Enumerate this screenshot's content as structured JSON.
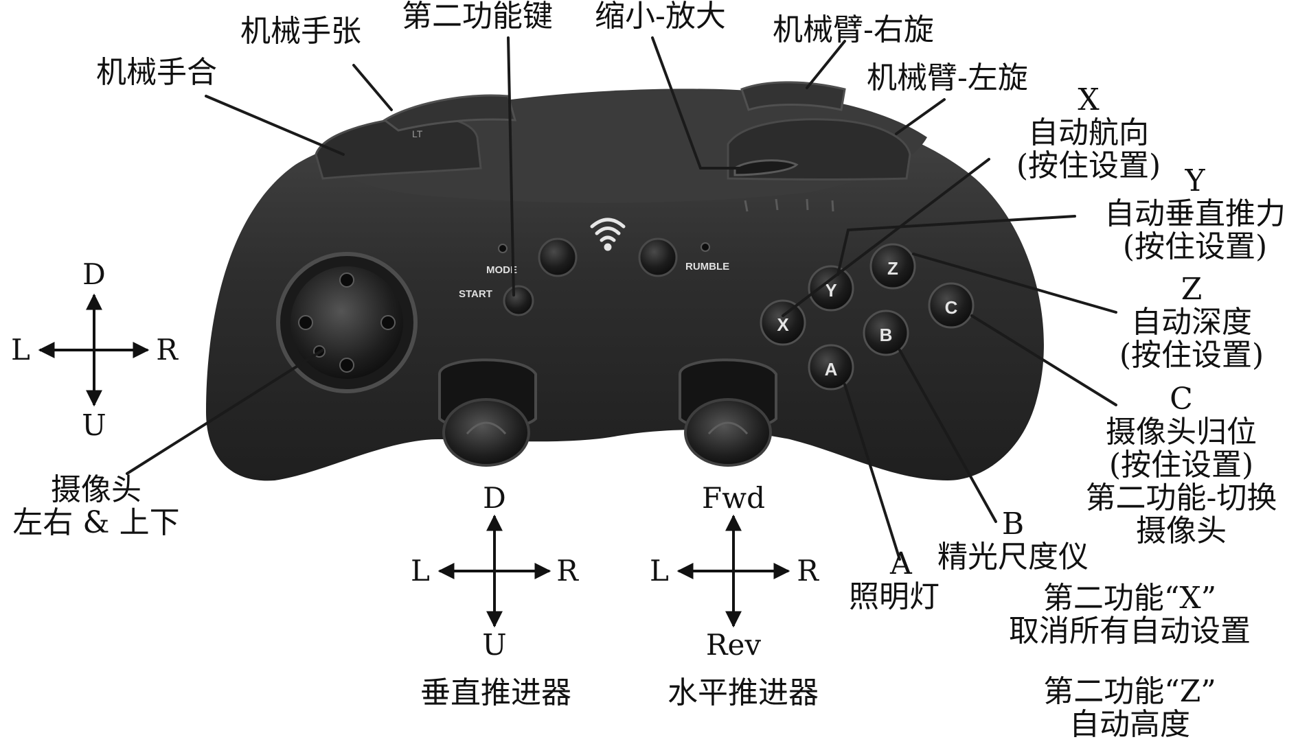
{
  "colors": {
    "body": "#2b2b2b",
    "body_top": "#3a3a3a",
    "button": "#151515",
    "button_ring": "#474747",
    "text": "#111111",
    "line": "#1a1a1a",
    "print": "#d8d8d8"
  },
  "controller": {
    "mode": "MODE",
    "start": "START",
    "rumble": "RUMBLE",
    "lt": "LT",
    "face": {
      "x": "X",
      "y": "Y",
      "z": "Z",
      "c": "C",
      "a": "A",
      "b": "B"
    },
    "icons": [
      "wifi-icon",
      "led-icon",
      "pad-icon",
      "thumbstick-icon"
    ]
  },
  "labels": {
    "gripper_close": "机械手合",
    "gripper_open": "机械手张",
    "second_function": "第二功能键",
    "zoom": "缩小-放大",
    "arm_right": "机械臂-右旋",
    "arm_left": "机械臂-左旋",
    "x": {
      "key": "X",
      "l1": "自动航向",
      "l2": "(按住设置)"
    },
    "y": {
      "key": "Y",
      "l1": "自动垂直推力",
      "l2": "(按住设置)"
    },
    "z": {
      "key": "Z",
      "l1": "自动深度",
      "l2": "(按住设置)"
    },
    "c": {
      "key": "C",
      "l1": "摄像头归位",
      "l2": "(按住设置)",
      "l3": "第二功能-切换",
      "l4": "摄像头"
    },
    "b": {
      "key": "B",
      "l1": "精光尺度仪"
    },
    "a": {
      "key": "A",
      "l1": "照明灯"
    },
    "second_x": {
      "l1": "第二功能“X”",
      "l2": "取消所有自动设置"
    },
    "second_z": {
      "l1": "第二功能“Z”",
      "l2": "自动高度"
    },
    "camera": {
      "l1": "摄像头",
      "l2": "左右 & 上下"
    },
    "vertical_thruster": "垂直推进器",
    "horizontal_thruster": "水平推进器"
  },
  "directions": {
    "camera": {
      "up": "D",
      "down": "U",
      "left": "L",
      "right": "R"
    },
    "vertical": {
      "up": "D",
      "down": "U",
      "left": "L",
      "right": "R"
    },
    "horizontal": {
      "up": "Fwd",
      "down": "Rev",
      "left": "L",
      "right": "R"
    }
  }
}
